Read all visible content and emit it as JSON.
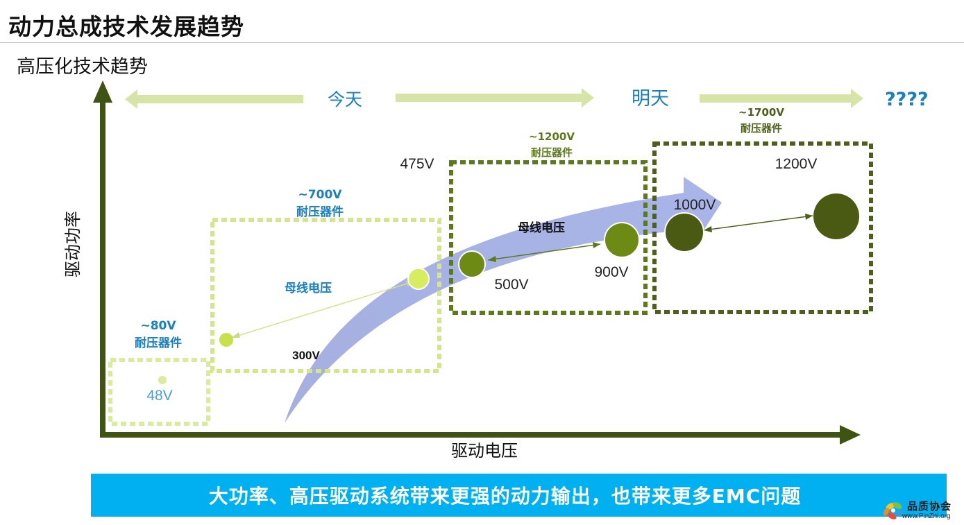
{
  "header": {
    "title": "动力总成技术发展趋势"
  },
  "subtitle": "高压化技术趋势",
  "axes": {
    "y_label": "驱动功率",
    "x_label": "驱动电压"
  },
  "timeline": {
    "today": "今天",
    "tomorrow": "明天",
    "future": "????"
  },
  "zones": [
    {
      "rating_line1": "~80V",
      "rating_line2": "耐压器件",
      "bus_voltage": "48V"
    },
    {
      "rating_line1": "~700V",
      "rating_line2": "耐压器件",
      "bus_voltage_label": "母线电压",
      "low_voltage": "300V",
      "high_voltage": "475V"
    },
    {
      "rating_line1": "~1200V",
      "rating_line2": "耐压器件",
      "bus_voltage_label": "母线电压",
      "low_voltage": "500V",
      "high_voltage": "900V"
    },
    {
      "rating_line1": "~1700V",
      "rating_line2": "耐压器件",
      "low_voltage": "1000V",
      "high_voltage": "1200V"
    }
  ],
  "banner": "大功率、高压驱动系统带来更强的动力输出，也带来更多EMC问题",
  "logo": {
    "name": "品质协会",
    "url": "www.PinZhi.org"
  },
  "colors": {
    "axis": "#3f5412",
    "timeline_arrow": "#d6e4a8",
    "timeline_text": "#1a7fc1",
    "zone1": "#d9ec9c",
    "zone2": "#d4e48f",
    "zone3": "#5c7a1a",
    "zone4": "#4d5f1c",
    "sweep_arrow": "#c5cdf0",
    "banner_bg": "#00b0f0"
  }
}
